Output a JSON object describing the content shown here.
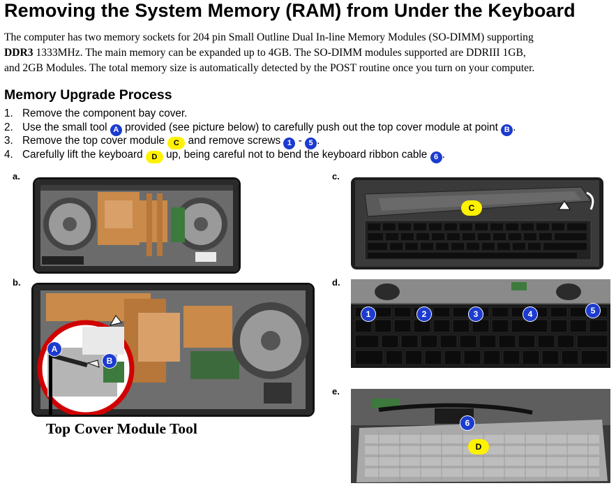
{
  "title": "Removing the System Memory (RAM) from Under the Keyboard",
  "intro": {
    "part1": "The computer has two memory sockets for 204 pin Small Outline Dual In-line Memory Modules (SO-DIMM) supporting",
    "bold": "DDR3",
    "part2": " 1333MHz. The main memory can be expanded up to 4GB. The SO-DIMM modules supported are DDRIII 1GB,",
    "part3": "and 2GB Modules. The total memory size is automatically detected by the POST routine once you turn on your computer."
  },
  "process_heading": "Memory Upgrade Process",
  "steps": [
    {
      "num": "1.",
      "t1": "Remove the component bay cover."
    },
    {
      "num": "2.",
      "t1": "Use the small tool ",
      "b1": "A",
      "t2": " provided (see picture below) to carefully push out the top cover module at point ",
      "b2": "B",
      "t3": "."
    },
    {
      "num": "3.",
      "t1": "Remove the top cover module ",
      "b1": "C",
      "t2": " and remove screws ",
      "b2": "1",
      "t3": " - ",
      "b3": "5",
      "t4": "."
    },
    {
      "num": "4.",
      "t1": "Carefully lift the keyboard ",
      "b1": "D",
      "t2": " up, being careful not to bend the keyboard ribbon cable ",
      "b2": "6",
      "t3": "."
    }
  ],
  "panels": {
    "a": {
      "label": "a."
    },
    "b": {
      "label": "b.",
      "badges": [
        "A",
        "B"
      ]
    },
    "c": {
      "label": "c.",
      "badges": [
        "C"
      ]
    },
    "d": {
      "label": "d.",
      "badges": [
        "1",
        "2",
        "3",
        "4",
        "5"
      ]
    },
    "e": {
      "label": "e.",
      "badges": [
        "6",
        "D"
      ]
    }
  },
  "caption": "Top Cover Module Tool",
  "colors": {
    "badge_blue": "#1c3bd0",
    "badge_yellow": "#fff200"
  }
}
